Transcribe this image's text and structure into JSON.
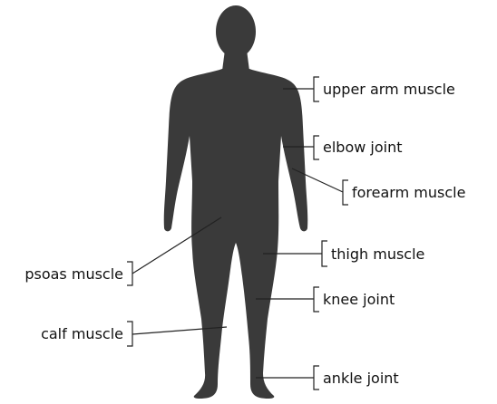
{
  "figure": {
    "silhouette_color": "#3a3a3a",
    "line_color": "#222222",
    "text_color": "#111111"
  },
  "labels": {
    "upper_arm_muscle": "upper arm muscle",
    "elbow_joint": "elbow joint",
    "forearm_muscle": "forearm muscle",
    "thigh_muscle": "thigh muscle",
    "psoas_muscle": "psoas muscle",
    "knee_joint": "knee joint",
    "calf_muscle": "calf muscle",
    "ankle_joint": "ankle joint"
  }
}
